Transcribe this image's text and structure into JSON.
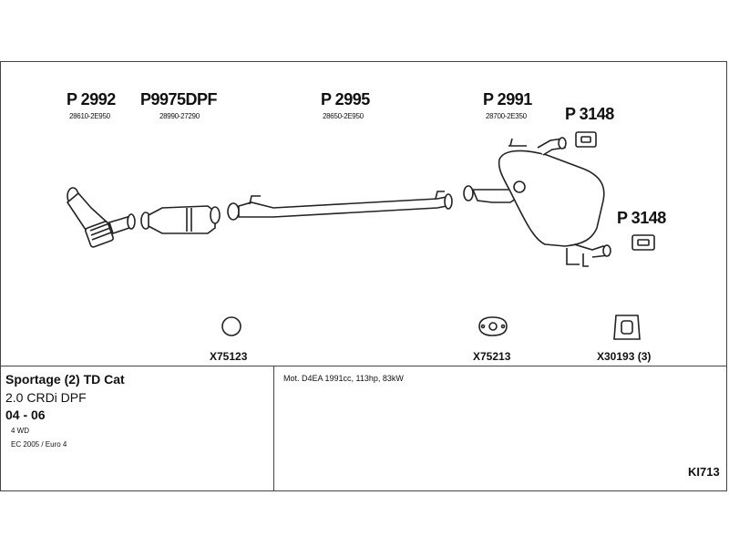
{
  "parts": {
    "p2992": {
      "code": "P 2992",
      "oe": "28610-2E950"
    },
    "p9975": {
      "code": "P9975DPF",
      "oe": "28990-27290"
    },
    "p2995": {
      "code": "P 2995",
      "oe": "28650-2E950"
    },
    "p2991": {
      "code": "P 2991",
      "oe": "28700-2E350"
    },
    "p3148_top": {
      "code": "P 3148"
    },
    "p3148_bottom": {
      "code": "P 3148"
    }
  },
  "accessories": {
    "ring": {
      "code": "X75123",
      "icon": "ring-gasket-icon"
    },
    "gasket": {
      "code": "X75213",
      "icon": "flange-gasket-icon"
    },
    "hanger": {
      "code": "X30193 (3)",
      "icon": "rubber-hanger-icon"
    }
  },
  "vehicle": {
    "model": "Sportage (2) TD Cat",
    "variant": "2.0 CRDi DPF",
    "years": "04 - 06",
    "drive": "4 WD",
    "emission": "EC 2005 / Euro 4",
    "motor": "Mot. D4EA 1991cc, 113hp, 83kW"
  },
  "kit_code": "KI713"
}
